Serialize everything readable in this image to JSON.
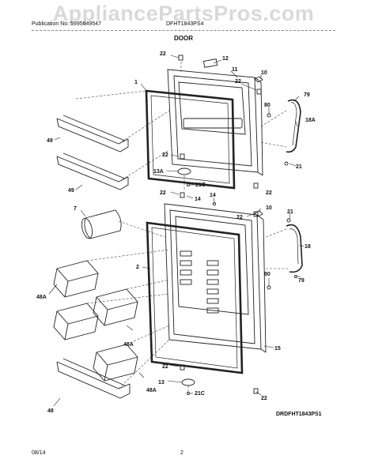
{
  "watermark": "AppliancePartsPros.com",
  "header": {
    "publication": "Publication No: 5995649547",
    "model": "DFHT1843PS4"
  },
  "title": "DOOR",
  "callouts": {
    "c22_a": "22",
    "c12": "12",
    "c1_a": "1",
    "c11": "11",
    "c10_a": "10",
    "c22_b": "22",
    "c79_a": "79",
    "c80_a": "80",
    "c18A": "18A",
    "c49_a": "49",
    "c22_c": "22",
    "c21_a": "21",
    "c13A": "13A",
    "c21C_a": "21C",
    "c49_b": "49",
    "c22_d": "22",
    "c14_a": "14",
    "c14_b": "14",
    "c22_e": "22",
    "c7": "7",
    "c22_f": "22",
    "c10_b": "10",
    "c21_b": "21",
    "c2": "2",
    "c18": "18",
    "c48A_a": "48A",
    "c80_b": "80",
    "c79_b": "79",
    "c48A_b": "48A",
    "c15": "15",
    "c22_g": "22",
    "c48A_c": "48A",
    "c13": "13",
    "c21C_b": "21C",
    "c22_h": "22",
    "c48": "48"
  },
  "diagram_code": "DRDFHT1843PS1",
  "footer": {
    "date": "08/14",
    "page": "2"
  }
}
